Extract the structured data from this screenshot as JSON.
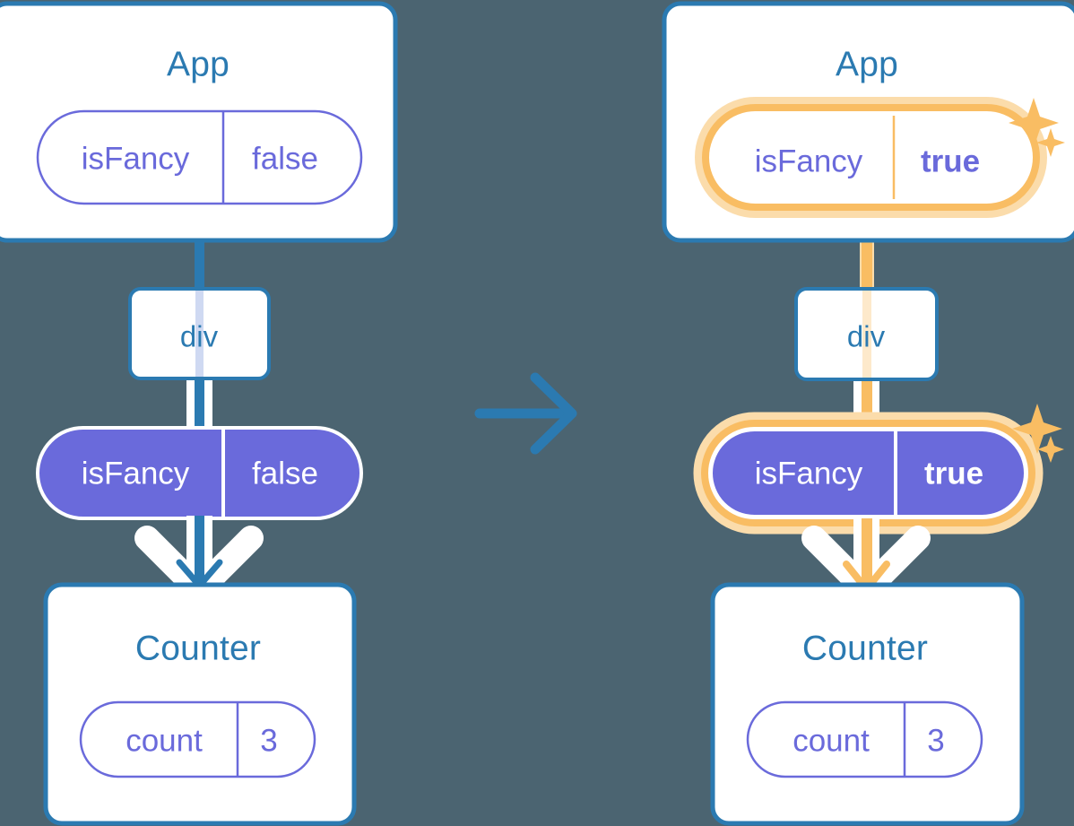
{
  "diagram": {
    "type": "react-state-propagation",
    "title": "App state isFancy propagating to Counter",
    "background_color": "#4B6471",
    "colors": {
      "box_border_blue": "#2B7AB1",
      "box_fill_white": "#FFFFFF",
      "text_blue": "#2B7AB1",
      "pill_purple_fill": "#6A6ADB",
      "pill_purple_text": "#6A6ADB",
      "pill_white_text": "#FFFFFF",
      "highlight_orange": "#F9BD63",
      "highlight_orange_glow": "#FBDCAB",
      "connector_light_blue": "#CFD9F2",
      "connector_light_orange": "#FDE9CB",
      "arrow_white": "#FFFFFF"
    },
    "transition_arrow": {
      "icon": "arrow-right-icon",
      "direction": "right",
      "color": "#2B7AB1"
    },
    "panels": [
      {
        "id": "before",
        "side": "left",
        "highlighted": false,
        "root": {
          "name": "app-box",
          "title": "App",
          "state_pill": {
            "key": "isFancy",
            "value": "false",
            "style": "outline",
            "highlighted": false,
            "value_bold": false
          }
        },
        "middle": {
          "name": "div-box",
          "title": "div"
        },
        "prop_pill": {
          "key": "isFancy",
          "value": "false",
          "style": "filled",
          "highlighted": false,
          "value_bold": false
        },
        "leaf": {
          "name": "counter-box",
          "title": "Counter",
          "state_pill": {
            "key": "count",
            "value": "3",
            "style": "outline",
            "highlighted": false,
            "value_bold": false
          }
        }
      },
      {
        "id": "after",
        "side": "right",
        "highlighted": true,
        "sparkles": [
          "sparkle-large",
          "sparkle-small"
        ],
        "root": {
          "name": "app-box",
          "title": "App",
          "state_pill": {
            "key": "isFancy",
            "value": "true",
            "style": "outline",
            "highlighted": true,
            "value_bold": true
          }
        },
        "middle": {
          "name": "div-box",
          "title": "div"
        },
        "prop_pill": {
          "key": "isFancy",
          "value": "true",
          "style": "filled",
          "highlighted": true,
          "value_bold": true
        },
        "leaf": {
          "name": "counter-box",
          "title": "Counter",
          "state_pill": {
            "key": "count",
            "value": "3",
            "style": "outline",
            "highlighted": false,
            "value_bold": false
          }
        }
      }
    ]
  }
}
